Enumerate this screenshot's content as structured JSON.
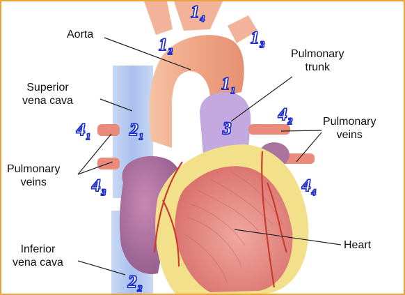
{
  "labels": {
    "aorta": "Aorta",
    "pulmonary_trunk": "Pulmonary\ntrunk",
    "superior_vena_cava": "Superior\nvena cava",
    "pulmonary_veins_right": "Pulmonary\nveins",
    "pulmonary_veins_left": "Pulmonary\nveins",
    "inferior_vena_cava": "Inferior\nvena cava",
    "heart": "Heart"
  },
  "markers": [
    {
      "id": "m14",
      "main": "1",
      "sub": "4"
    },
    {
      "id": "m12",
      "main": "1",
      "sub": "2"
    },
    {
      "id": "m13",
      "main": "1",
      "sub": "3"
    },
    {
      "id": "m11",
      "main": "1",
      "sub": "1"
    },
    {
      "id": "m21",
      "main": "2",
      "sub": "1"
    },
    {
      "id": "m3",
      "main": "3",
      "sub": ""
    },
    {
      "id": "m42",
      "main": "4",
      "sub": "2"
    },
    {
      "id": "m41",
      "main": "4",
      "sub": "1"
    },
    {
      "id": "m43",
      "main": "4",
      "sub": "3"
    },
    {
      "id": "m44",
      "main": "4",
      "sub": "4"
    },
    {
      "id": "m22",
      "main": "2",
      "sub": "2"
    }
  ],
  "colors": {
    "frame": "#e8a33a",
    "marker_outline": "#1b2bd0",
    "aorta": "#f2b08e",
    "vena_cava": "#b9cdf0",
    "pulmonary_trunk": "#c4a8e0",
    "heart_muscle": "#e88a86",
    "fat": "#f2e08a",
    "vessels_red": "#e0786e"
  }
}
